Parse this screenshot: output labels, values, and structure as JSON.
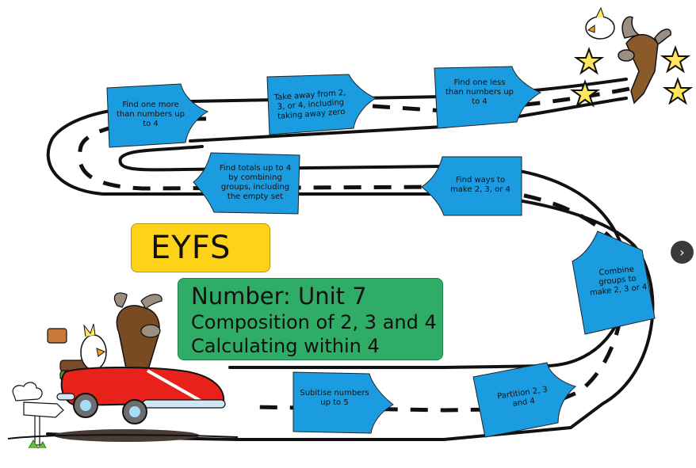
{
  "slide": {
    "badge": {
      "label": "EYFS",
      "color": "#ffd21a"
    },
    "unit": {
      "title": "Number: Unit 7",
      "subtitle_1": "Composition of 2, 3 and 4",
      "subtitle_2": "Calculating within 4",
      "color": "#2fad67"
    },
    "step_color": "#1b9be0",
    "steps": [
      {
        "label": "Subitise numbers up to 5"
      },
      {
        "label": "Partition 2, 3 and 4"
      },
      {
        "label": "Combine groups to make 2, 3 or 4"
      },
      {
        "label": "Find ways to make 2, 3, or 4"
      },
      {
        "label": "Find totals up to 4 by combining groups, including the empty set"
      },
      {
        "label": "Find one more than numbers up to 4"
      },
      {
        "label": "Take away from 2, 3, or 4, including taking away zero"
      },
      {
        "label": "Find one less than numbers up to 4"
      }
    ],
    "illustrations": {
      "start": "moose-and-cockatoo-in-red-car",
      "finish": "celebrating-moose-and-cockatoo-with-stars"
    }
  },
  "navigation": {
    "next_icon": "›"
  }
}
